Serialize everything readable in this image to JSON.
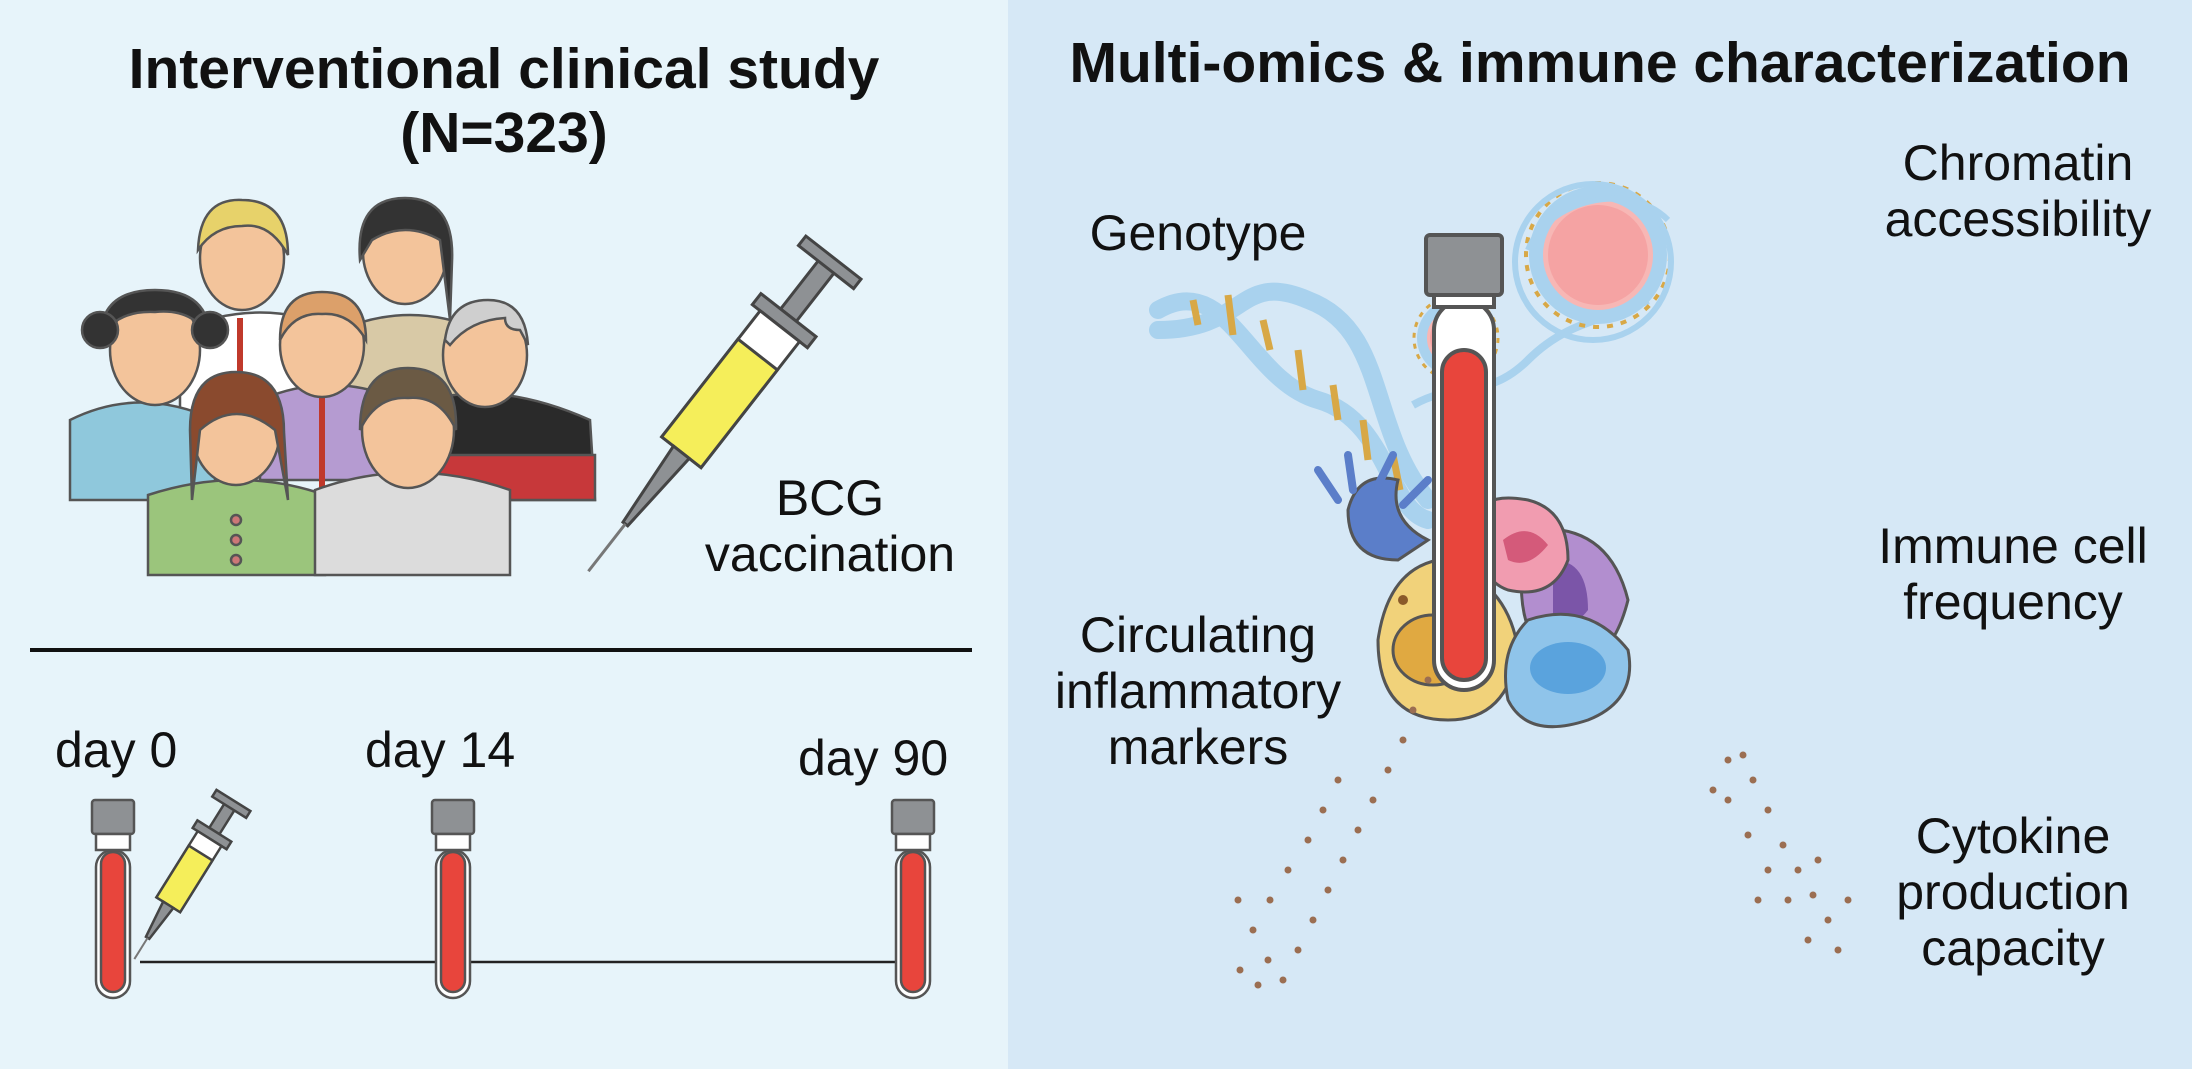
{
  "colors": {
    "left_bg": "#e7f4fa",
    "right_bg": "#d6e8f6",
    "blood": "#e8453c",
    "syringe_fluid": "#f5ee5a",
    "cap": "#8e9194",
    "dna": "#a9d2ee",
    "dna_rungs": "#d8a846"
  },
  "left": {
    "title_line1": "Interventional clinical study",
    "title_line2": "(N=323)",
    "vaccination_line1": "BCG",
    "vaccination_line2": "vaccination",
    "timeline": [
      {
        "label": "day 0"
      },
      {
        "label": "day 14"
      },
      {
        "label": "day 90"
      }
    ]
  },
  "right": {
    "title": "Multi-omics & immune characterization",
    "genotype": "Genotype",
    "chromatin_line1": "Chromatin",
    "chromatin_line2": "accessibility",
    "immune_line1": "Immune cell",
    "immune_line2": "frequency",
    "circulating_line1": "Circulating",
    "circulating_line2": "inflammatory",
    "circulating_line3": "markers",
    "cytokine_line1": "Cytokine",
    "cytokine_line2": "production",
    "cytokine_line3": "capacity"
  },
  "icons": [
    "people-group-icon",
    "syringe-icon",
    "blood-tube-icon",
    "dna-helix-icon",
    "chromatin-icon",
    "immune-cells-icon"
  ]
}
